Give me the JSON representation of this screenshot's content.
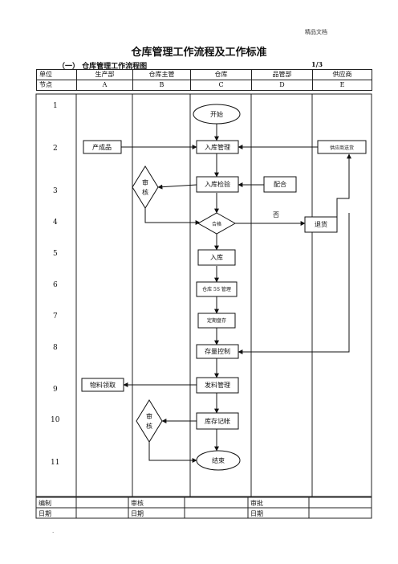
{
  "header_note": "精品文档",
  "title": "仓库管理工作流程及工作标准",
  "section_title": "（一） 仓库管理工作流程图",
  "page_no": "1/3",
  "table_header": {
    "row1": [
      "单位",
      "生产部",
      "仓库主管",
      "仓库",
      "品管部",
      "供应商"
    ],
    "row2": [
      "节点",
      "A",
      "B",
      "C",
      "D",
      "E"
    ]
  },
  "row_numbers": [
    "1",
    "2",
    "3",
    "4",
    "5",
    "6",
    "7",
    "8",
    "9",
    "10",
    "11"
  ],
  "nodes": {
    "start": "开始",
    "finished_goods": "产成品",
    "inbound_mgmt": "入库管理",
    "supplier_delivery": "供应商送货",
    "review1_top": "审",
    "review1_bottom": "核",
    "inbound_inspect": "入库检验",
    "cooperate": "配合",
    "qualified": "合格",
    "no": "否",
    "return_goods": "退货",
    "warehousing": "入库",
    "warehouse_5s": "仓库 5S 管理",
    "periodic_check": "定期盘存",
    "stock_control": "存量控制",
    "material_pick": "物料领取",
    "issue_mgmt": "发料管理",
    "review2_top": "审",
    "review2_bottom": "核",
    "inventory_account": "库存记帐",
    "end": "结束"
  },
  "footer": {
    "compile": "编制",
    "review": "审核",
    "approve": "审批",
    "date1": "日期",
    "date2": "日期",
    "date3": "日期"
  },
  "footnote": "."
}
